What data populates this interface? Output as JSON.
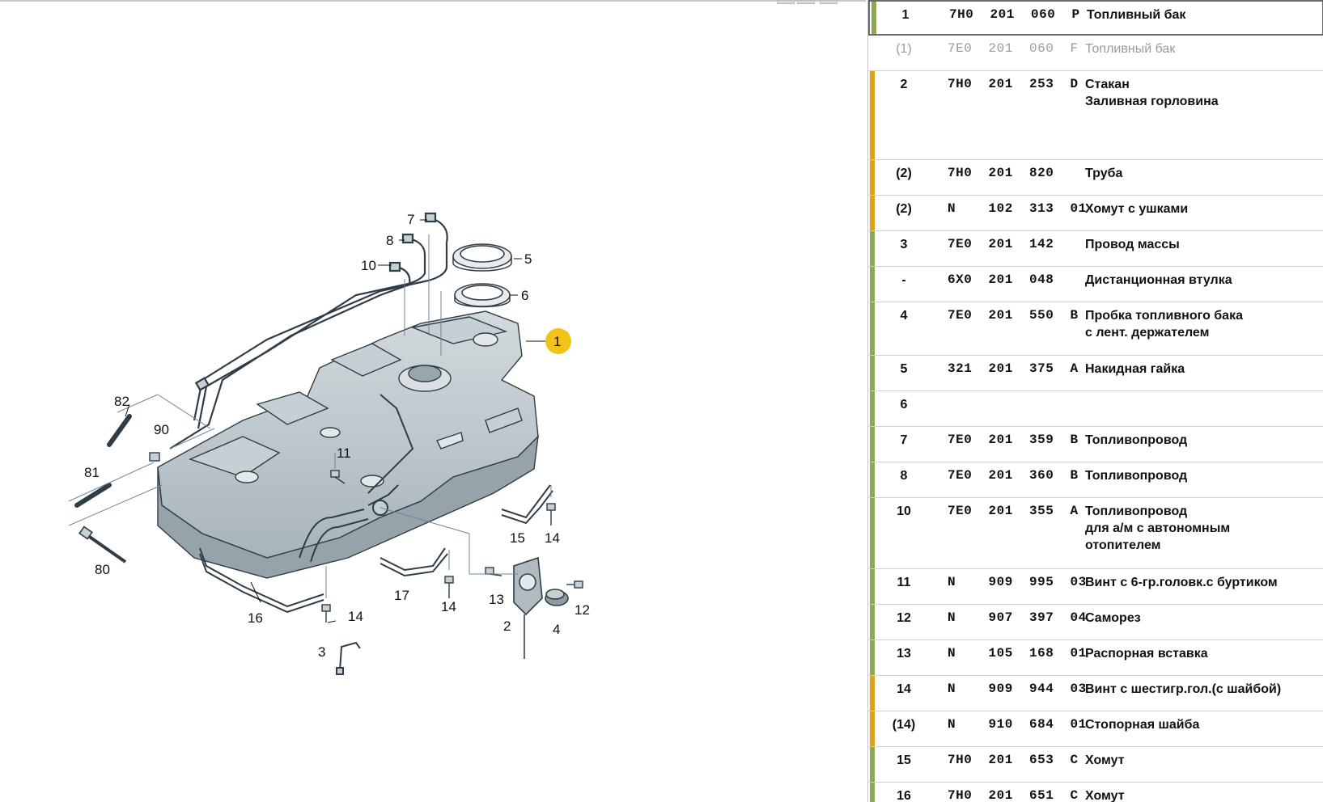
{
  "colors": {
    "bar_green": "#8fa855",
    "bar_orange": "#dba21a",
    "callout_yellow": "#f0c419",
    "tank_fill": "#b9c3c9",
    "tank_shadow": "#97a3aa",
    "line_color": "#3a4c57"
  },
  "diagram": {
    "callouts": [
      {
        "label": "1"
      },
      {
        "label": "2"
      },
      {
        "label": "3"
      },
      {
        "label": "4"
      },
      {
        "label": "5"
      },
      {
        "label": "6"
      },
      {
        "label": "7"
      },
      {
        "label": "8"
      },
      {
        "label": "10"
      },
      {
        "label": "11"
      },
      {
        "label": "12"
      },
      {
        "label": "13"
      },
      {
        "label": "14"
      },
      {
        "label": "14"
      },
      {
        "label": "14"
      },
      {
        "label": "15"
      },
      {
        "label": "16"
      },
      {
        "label": "17"
      },
      {
        "label": "80"
      },
      {
        "label": "81"
      },
      {
        "label": "82"
      },
      {
        "label": "90"
      }
    ]
  },
  "parts": [
    {
      "pos": "1",
      "pn": "7H0  201  060  P",
      "desc": [
        "Топливный бак"
      ],
      "bar": "green",
      "selected": true
    },
    {
      "pos": "(1)",
      "pn": "7E0  201  060  F",
      "desc": [
        "Топливный бак"
      ],
      "bar": "none",
      "muted": true
    },
    {
      "pos": "2",
      "pn": "7H0  201  253  D",
      "desc": [
        "Стакан",
        "Заливная горловина"
      ],
      "bar": "orange",
      "tall": 4
    },
    {
      "pos": "(2)",
      "pn": "7H0  201  820",
      "desc": [
        "Труба"
      ],
      "bar": "orange"
    },
    {
      "pos": "(2)",
      "pn": "N    102  313  01",
      "desc": [
        "Хомут с ушками"
      ],
      "bar": "orange"
    },
    {
      "pos": "3",
      "pn": "7E0  201  142",
      "desc": [
        "Провод массы"
      ],
      "bar": "green"
    },
    {
      "pos": "-",
      "pn": "6X0  201  048",
      "desc": [
        "Дистанционная втулка"
      ],
      "bar": "green"
    },
    {
      "pos": "4",
      "pn": "7E0  201  550  B",
      "desc": [
        "Пробка топливного бака",
        "с лент. держателем"
      ],
      "bar": "green",
      "tall": 2
    },
    {
      "pos": "5",
      "pn": "321  201  375  A",
      "desc": [
        "Накидная гайка"
      ],
      "bar": "green"
    },
    {
      "pos": "6",
      "pn": "",
      "desc": [],
      "bar": "green"
    },
    {
      "pos": "7",
      "pn": "7E0  201  359  B",
      "desc": [
        "Топливопровод"
      ],
      "bar": "green"
    },
    {
      "pos": "8",
      "pn": "7E0  201  360  B",
      "desc": [
        "Топливопровод"
      ],
      "bar": "green"
    },
    {
      "pos": "10",
      "pn": "7E0  201  355  A",
      "desc": [
        "Топливопровод",
        "для а/м с автономным",
        "отопителем"
      ],
      "bar": "green",
      "tall": 3
    },
    {
      "pos": "11",
      "pn": "N    909  995  03",
      "desc": [
        "Винт с 6-гр.головк.с буртиком"
      ],
      "bar": "green"
    },
    {
      "pos": "12",
      "pn": "N    907  397  04",
      "desc": [
        "Саморез"
      ],
      "bar": "green"
    },
    {
      "pos": "13",
      "pn": "N    105  168  01",
      "desc": [
        "Распорная вставка"
      ],
      "bar": "green"
    },
    {
      "pos": "14",
      "pn": "N    909  944  03",
      "desc": [
        "Винт с шестигр.гол.(с шайбой)"
      ],
      "bar": "orange"
    },
    {
      "pos": "(14)",
      "pn": "N    910  684  01",
      "desc": [
        "Стопорная шайба"
      ],
      "bar": "orange"
    },
    {
      "pos": "15",
      "pn": "7H0  201  653  C",
      "desc": [
        "Хомут"
      ],
      "bar": "green"
    },
    {
      "pos": "16",
      "pn": "7H0  201  651  C",
      "desc": [
        "Хомут"
      ],
      "bar": "green"
    }
  ]
}
